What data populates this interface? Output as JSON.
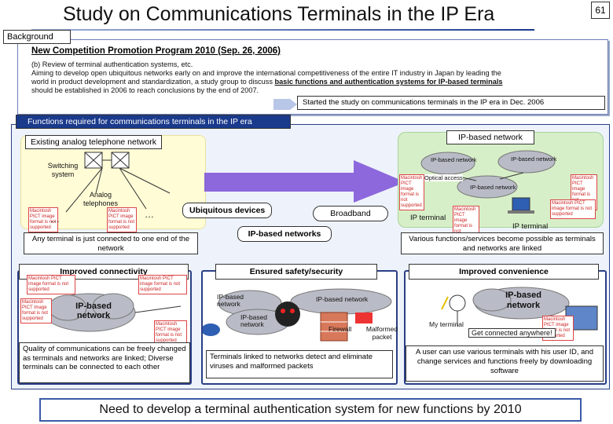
{
  "slide": {
    "title": "Study on Communications Terminals in the IP Era",
    "page_number": "61"
  },
  "background": {
    "label": "Background",
    "program_title": "New Competition Promotion Program 2010 (Sep. 26, 2006)",
    "para_line1": "(b) Review of terminal authentication systems, etc.",
    "para_line2": "Aiming to develop open ubiquitous networks early on and improve the international competitiveness of the entire IT industry in Japan by leading the",
    "para_line3_pre": "world in product development and standardization, a study group to discuss ",
    "para_line3_bold": "basic functions and authentication systems for IP-based terminals",
    "para_line4": "should be established in 2006 to reach conclusions by the end of 2007.",
    "started": "Started the study on communications terminals in the IP era in Dec. 2006"
  },
  "functions": {
    "label": "Functions required for communications terminals in the IP era",
    "analog": {
      "title": "Existing analog telephone network",
      "switching": "Switching system",
      "telephones": "Analog telephones",
      "ellipsis": "…",
      "caption": "Any terminal is just connected to one end of the network"
    },
    "center": {
      "ubiquitous": "Ubiquitous devices",
      "broadband": "Broadband",
      "ip_networks": "IP-based networks"
    },
    "ip": {
      "title": "IP-based network",
      "cloud_a": "IP-based network",
      "cloud_b": "IP-based network",
      "cloud_c": "IP-based network",
      "optical": "Optical access",
      "ip_terminal_left": "IP terminal",
      "ip_terminal_right": "IP terminal",
      "caption": "Various functions/services become possible as terminals and networks are linked"
    },
    "mac_placeholder": "Macintosh PICT image format is not supported"
  },
  "sections": {
    "connectivity": {
      "title": "Improved connectivity",
      "cloud": "IP-based network",
      "desc": "Quality of communications can be freely changed  as terminals and networks are linked; Diverse terminals can be connected to each other"
    },
    "security": {
      "title": "Ensured safety/security",
      "cloud_a": "IP-based network",
      "cloud_b": "IP-based network",
      "cloud_c": "IP-based network",
      "firewall": "Firewall",
      "malformed": "Malformed packet",
      "desc": "Terminals linked to networks detect and eliminate viruses and malformed packets"
    },
    "convenience": {
      "title": "Improved convenience",
      "cloud": "IP-based network",
      "my_terminal": "My terminal",
      "anywhere": "Get connected anywhere!",
      "desc": "A user can use various terminals with his user ID, and change services and functions freely by downloading software"
    }
  },
  "conclusion": "Need to develop a terminal authentication system for new functions by 2010",
  "colors": {
    "accent": "#1a3a8c",
    "analog_region": "#fffcd6",
    "ip_region": "#d7efc8",
    "cloud": "#b9bcc6",
    "arrow": "#7b4fd6"
  }
}
